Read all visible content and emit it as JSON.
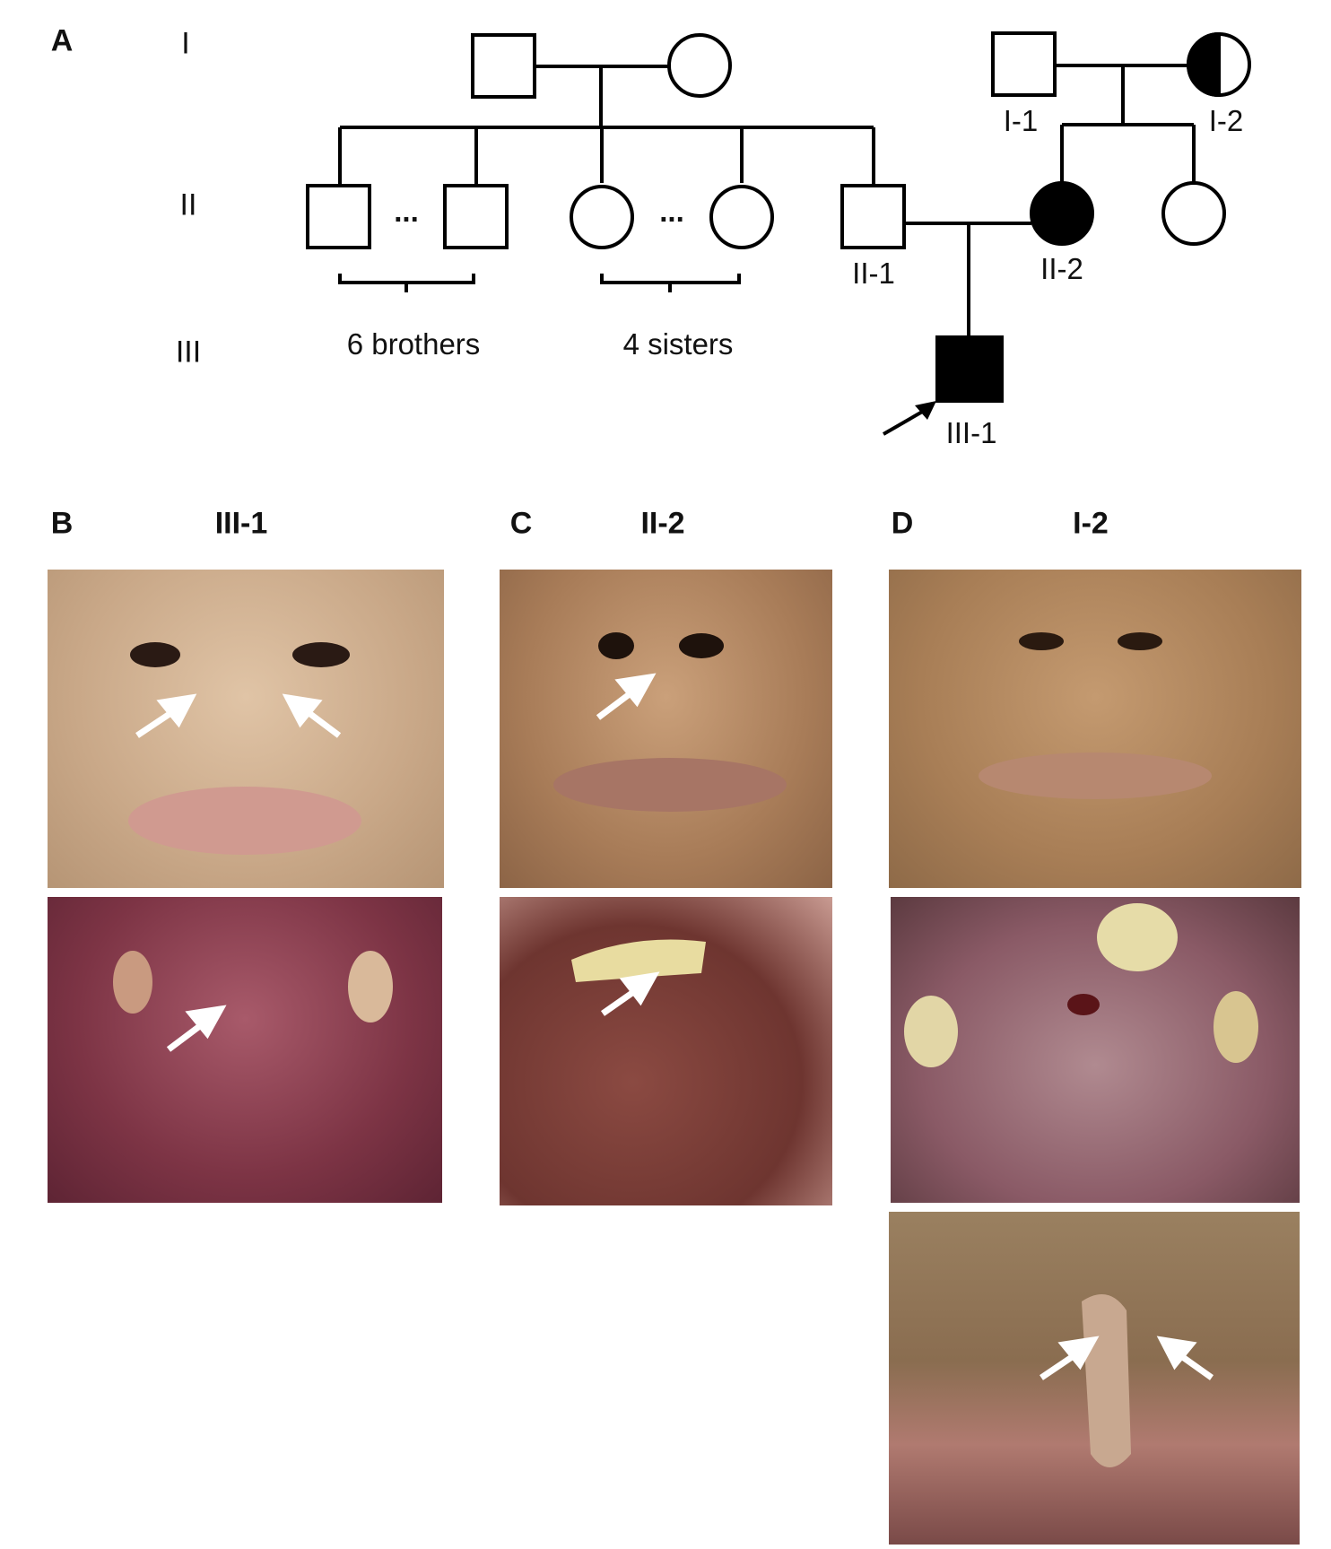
{
  "panels": {
    "a": {
      "label": "A",
      "generations": [
        "I",
        "II",
        "III"
      ],
      "individuals": {
        "i1": "I-1",
        "i2": "I-2",
        "ii1": "II-1",
        "ii2": "II-2",
        "iii1": "III-1"
      },
      "groups": {
        "brothers": "6 brothers",
        "sisters": "4 sisters"
      },
      "ellipsis": "..."
    },
    "b": {
      "label": "B",
      "subject": "III-1"
    },
    "c": {
      "label": "C",
      "subject": "II-2"
    },
    "d": {
      "label": "D",
      "subject": "I-2"
    }
  },
  "colors": {
    "affected": "#000000",
    "skin": "#c9a27f",
    "palate": "#8a3b4a"
  }
}
